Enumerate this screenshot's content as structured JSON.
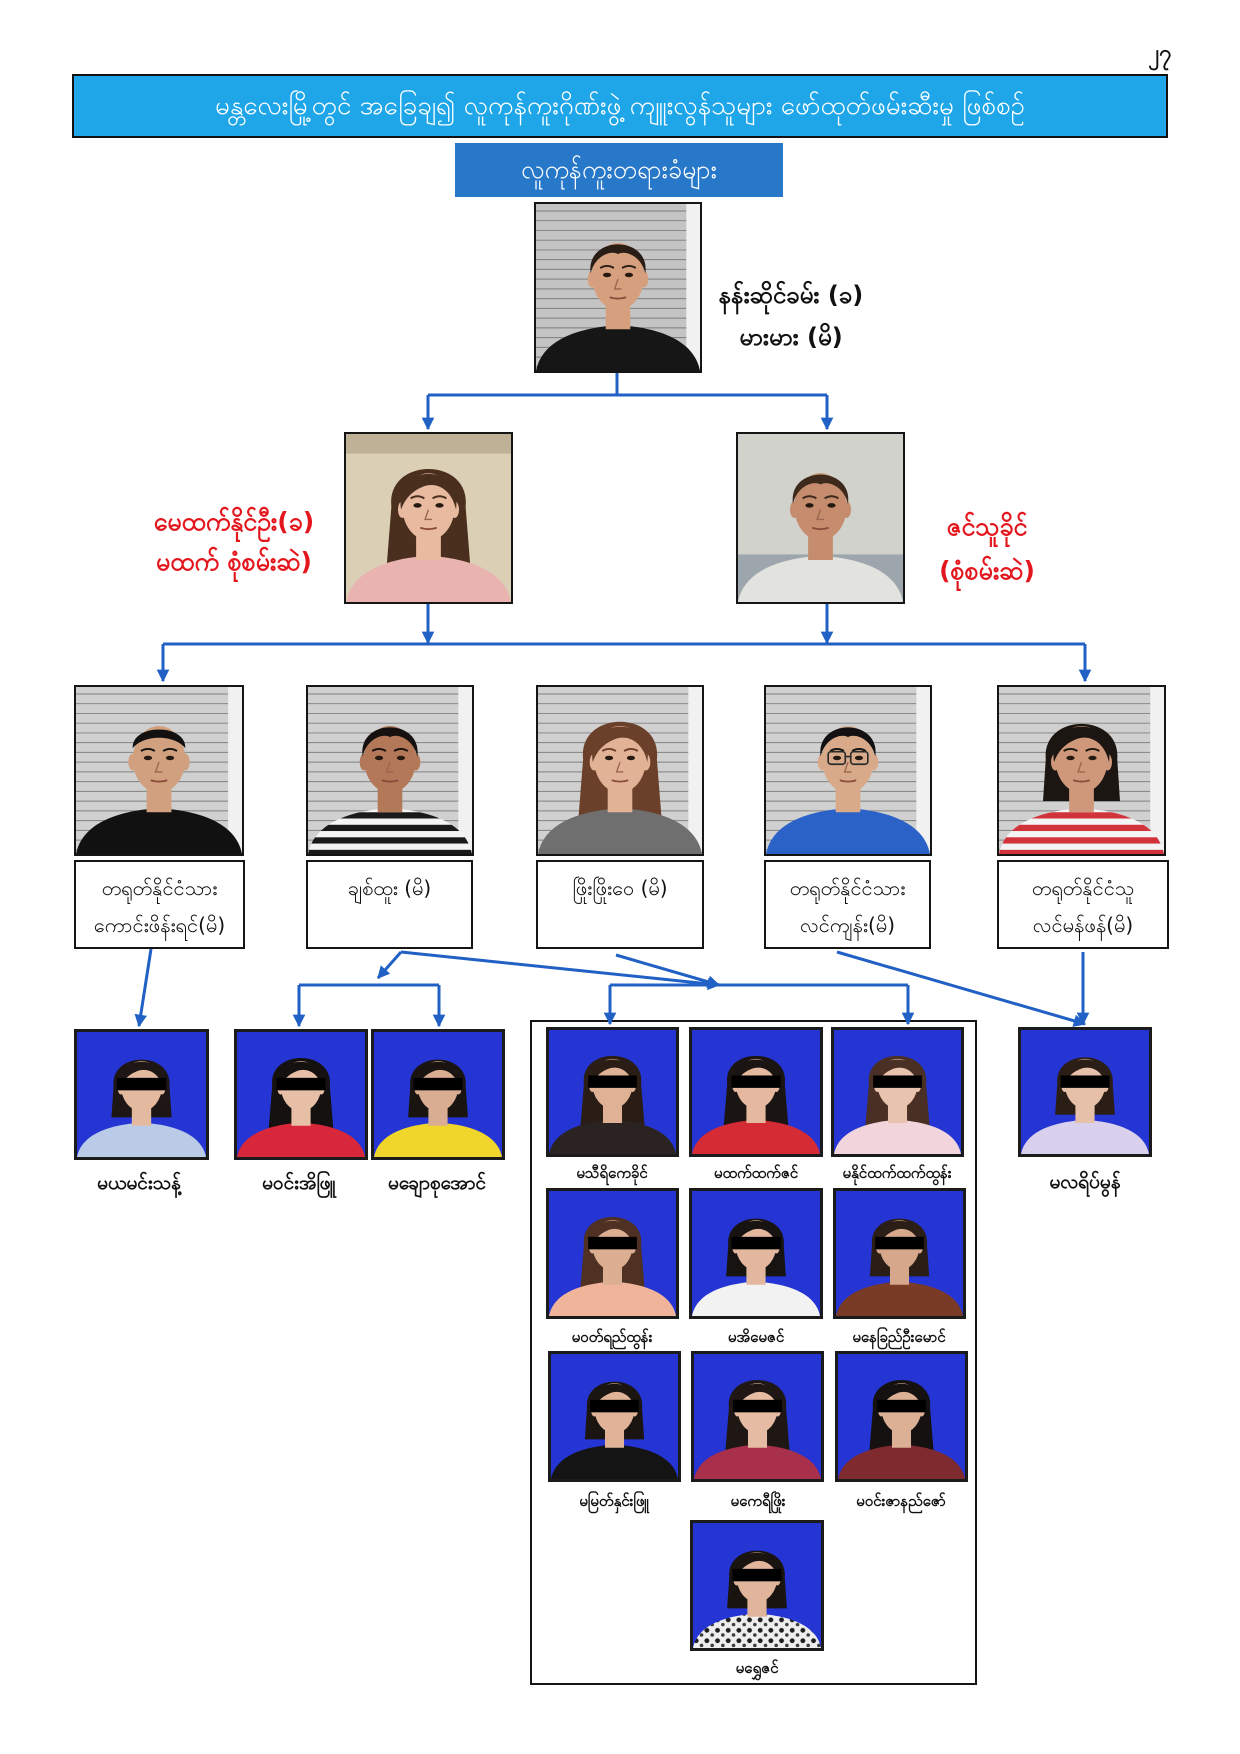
{
  "page_number": "၂၇",
  "header": {
    "title": "မန္တလေးမြို့တွင် အခြေချ၍ လူကုန်ကူးဂိုဏ်းဖွဲ့ ကျူးလွန်သူများ ဖော်ထုတ်ဖမ်းဆီးမှု ဖြစ်စဉ်",
    "subtitle": "လူကုန်ကူးတရားခံများ"
  },
  "leader": {
    "name_line1": "နန်းဆိုင်ခမ်း (ခ)",
    "name_line2": "မားမား (မိ)"
  },
  "lieutenants": [
    {
      "line1": "မေထက်နိုင်ဦး(ခ)",
      "line2": "မထက် စုံစမ်းဆဲ)"
    },
    {
      "line1": "ဇင်သူခိုင်",
      "line2": "(စုံစမ်းဆဲ)"
    }
  ],
  "members": [
    {
      "line1": "တရုတ်နိုင်ငံသား",
      "line2": "ကောင်းဖိန်းရင်(မိ)"
    },
    {
      "line1": "ချစ်ထူး (မိ)"
    },
    {
      "line1": "ဖြိုးဖြိုးဝေ (မိ)"
    },
    {
      "line1": "တရုတ်နိုင်ငံသား",
      "line2": "လင်ကျန်း(မိ)"
    },
    {
      "line1": "တရုတ်နိုင်ငံသူ",
      "line2": "လင်မန်ဖန်(မိ)"
    }
  ],
  "victims": {
    "left": [
      "မယမင်းသန့်",
      "မဝင်းအိဖြူ",
      "မချောစုအောင်"
    ],
    "group": [
      "မသီရိကေခိုင်",
      "မထက်ထက်ဇင်",
      "မနိုင်ထက်ထက်ထွန်း",
      "မဝတ်ရည်ထွန်း",
      "မအိမေဇင်",
      "မနေခြည်ဦးမောင်",
      "မမြတ်နှင်းဖြူ",
      "မကေရီဖြိုး",
      "မဝင်းဇာနည်ဇော်",
      "မရွှေဇင်"
    ],
    "right": "မလရိပ်မွန်"
  },
  "colors": {
    "title_bg": "#1ea6e9",
    "subtitle_bg": "#2778c9",
    "arrow": "#2160c4",
    "pending_label": "#e4161d",
    "victim_backdrop": "#2435d4"
  }
}
